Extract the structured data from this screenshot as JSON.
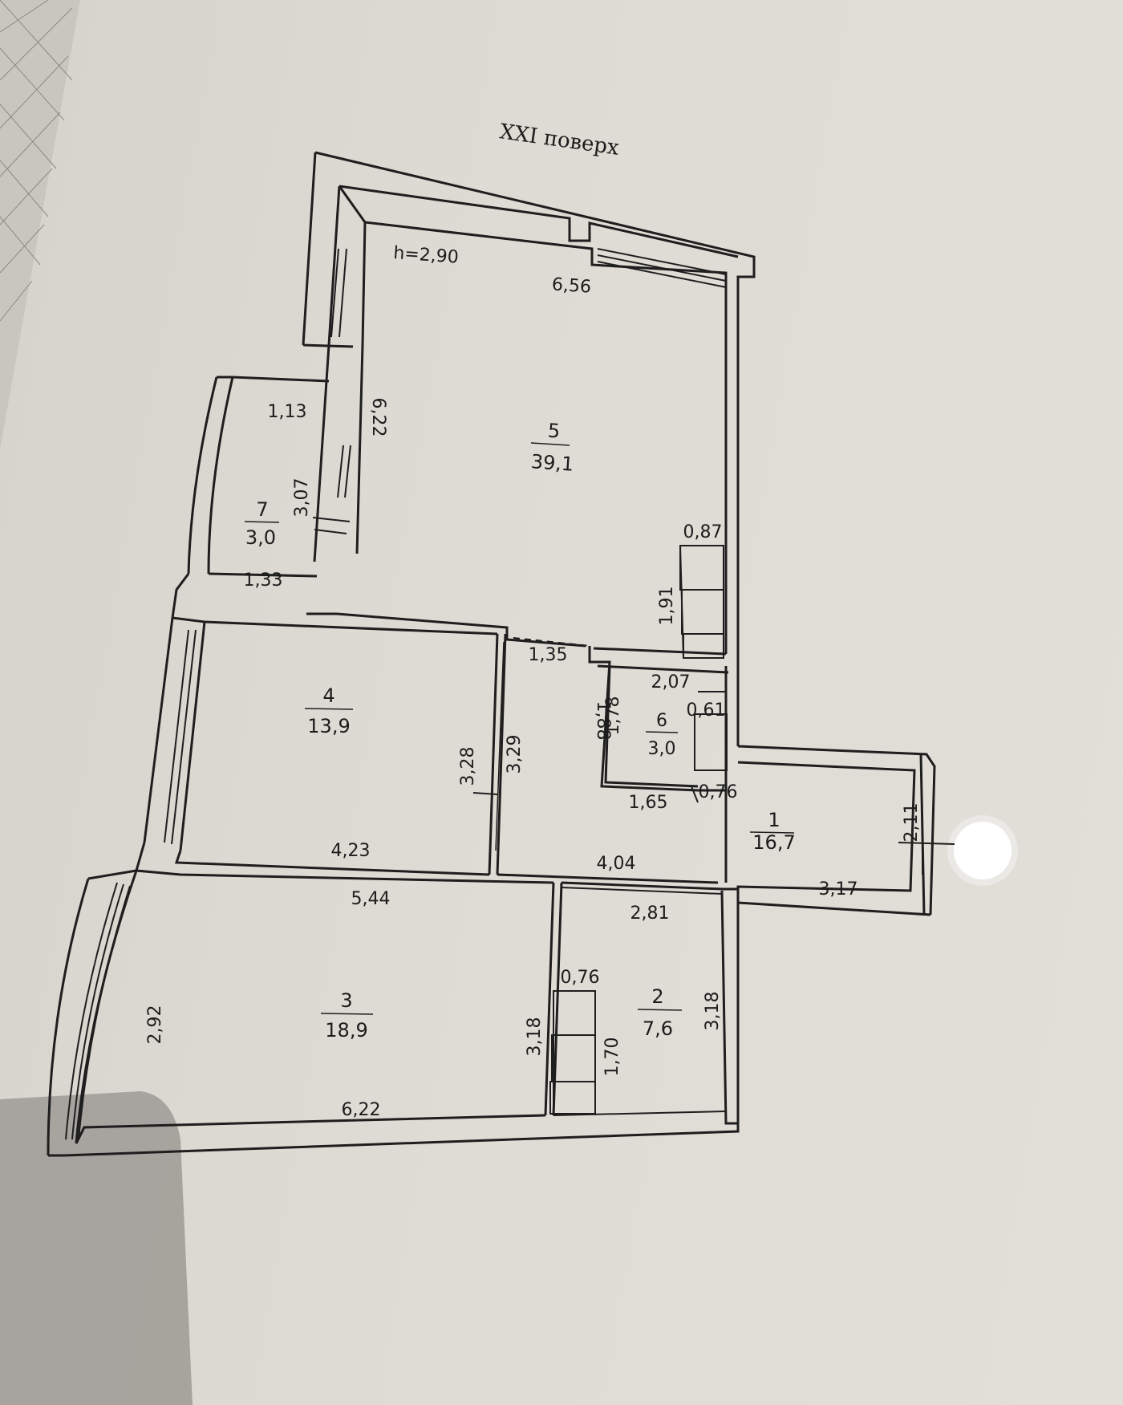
{
  "plan": {
    "floor_title": "XXI поверх",
    "ceiling_height": "h=2,90"
  },
  "rooms": [
    {
      "number": "1",
      "area": "16,7"
    },
    {
      "number": "2",
      "area": "7,6"
    },
    {
      "number": "3",
      "area": "18,9"
    },
    {
      "number": "4",
      "area": "13,9"
    },
    {
      "number": "5",
      "area": "39,1"
    },
    {
      "number": "6",
      "area": "3,0"
    },
    {
      "number": "7",
      "area": "3,0"
    }
  ],
  "dims": {
    "d656": "6,56",
    "d622_v": "6,22",
    "d113": "1,13",
    "d307": "3,07",
    "d133": "1,33",
    "d087": "0,87",
    "d191": "1,91",
    "d135": "1,35",
    "d207": "2,07",
    "d188": "1,88",
    "d178": "1,78",
    "d061": "0,61",
    "d165": "1,65",
    "d076_a": "0,76",
    "d328": "3,28",
    "d329": "3,29",
    "d423": "4,23",
    "d404": "4,04",
    "d211": "2,11",
    "d317": "3,17",
    "d544": "5,44",
    "d281": "2,81",
    "d292": "2,92",
    "d318_a": "3,18",
    "d076_b": "0,76",
    "d170": "1,70",
    "d318_b": "3,18",
    "d622_h": "6,22"
  }
}
